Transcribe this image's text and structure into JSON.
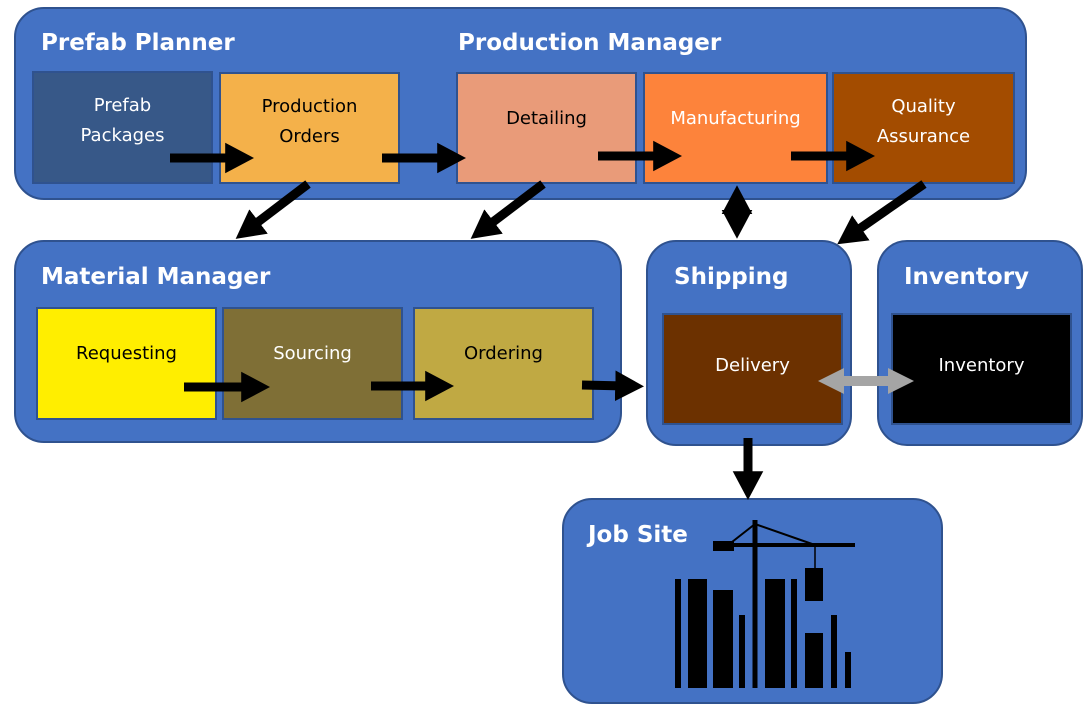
{
  "colors": {
    "group_fill": "#4472c4",
    "group_border": "#2f528f",
    "arrow": "#000000",
    "arrow_inventory": "#a5a5a5"
  },
  "groups": {
    "prefab_planner": {
      "title": "Prefab Planner"
    },
    "production_manager": {
      "title": "Production Manager"
    },
    "material_manager": {
      "title": "Material Manager"
    },
    "shipping": {
      "title": "Shipping"
    },
    "inventory": {
      "title": "Inventory"
    },
    "job_site": {
      "title": "Job Site",
      "icon": "construction-crane-icon"
    }
  },
  "boxes": {
    "prefab_packages": {
      "line1": "Prefab",
      "line2": "Packages",
      "fill": "#375888",
      "text_color": "#ffffff"
    },
    "production_orders": {
      "line1": "Production",
      "line2": "Orders",
      "fill": "#f4b14a",
      "text_color": "#000000"
    },
    "detailing": {
      "label": "Detailing",
      "fill": "#e99b79",
      "text_color": "#000000"
    },
    "manufacturing": {
      "label": "Manufacturing",
      "fill": "#fd833b",
      "text_color": "#ffffff"
    },
    "quality_assurance": {
      "line1": "Quality",
      "line2": "Assurance",
      "fill": "#a34c00",
      "text_color": "#ffffff"
    },
    "requesting": {
      "label": "Requesting",
      "fill": "#ffee00",
      "text_color": "#000000"
    },
    "sourcing": {
      "label": "Sourcing",
      "fill": "#7f6f36",
      "text_color": "#ffffff"
    },
    "ordering": {
      "label": "Ordering",
      "fill": "#c0a943",
      "text_color": "#000000"
    },
    "delivery": {
      "label": "Delivery",
      "fill": "#6c3100",
      "text_color": "#ffffff"
    },
    "inventory": {
      "label": "Inventory",
      "fill": "#000000",
      "text_color": "#ffffff"
    }
  }
}
